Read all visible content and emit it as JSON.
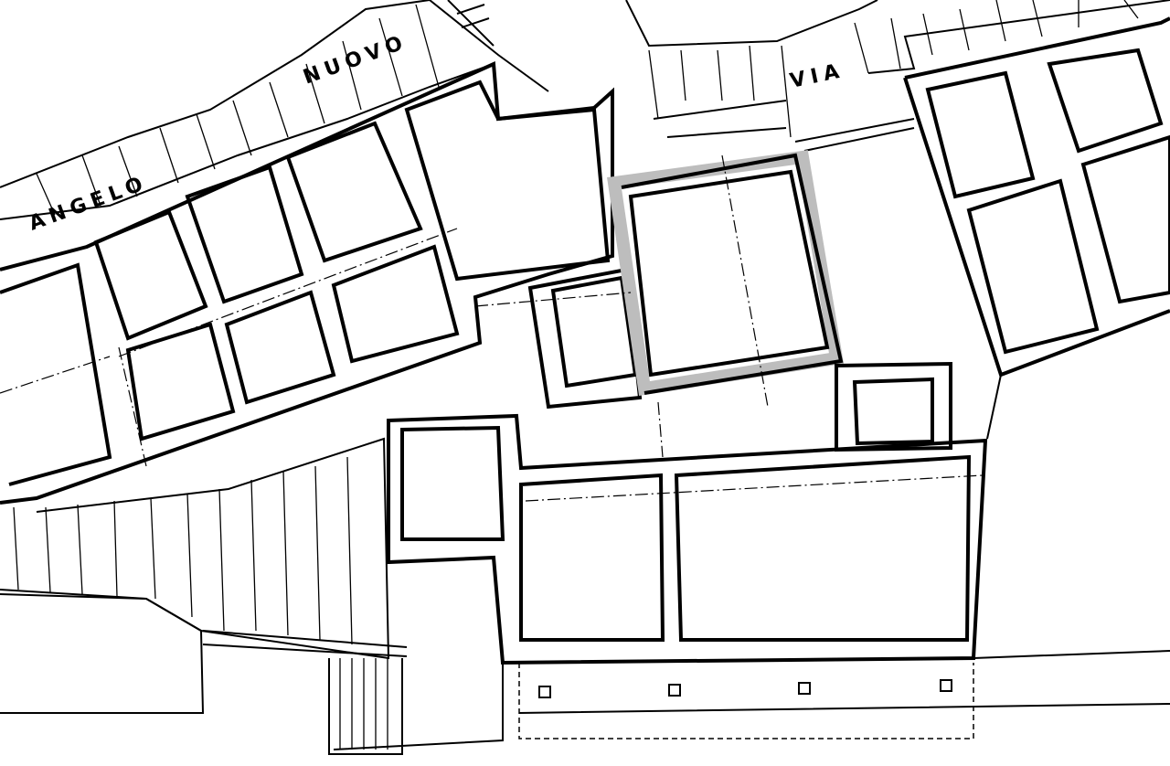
{
  "plan": {
    "street_labels": {
      "angelo": "ANGELO",
      "nuovo": "NUOVO",
      "via": "VIA"
    },
    "colors": {
      "ink": "#000000",
      "highlight": "#bdbdbd",
      "paper": "#ffffff"
    }
  }
}
